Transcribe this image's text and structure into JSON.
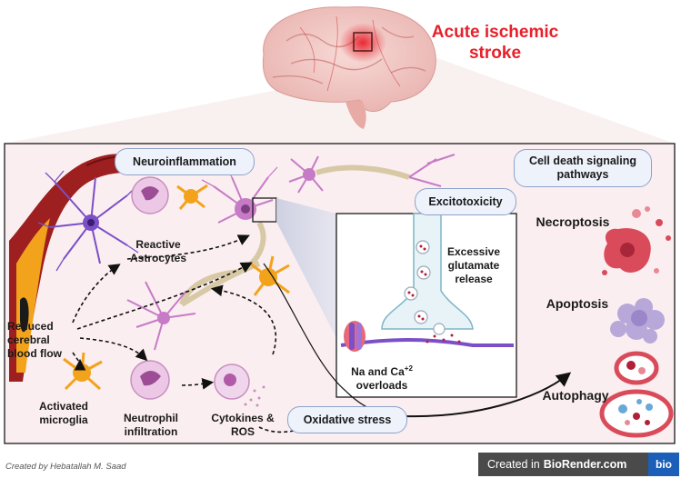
{
  "title": "Acute ischemic\nstroke",
  "boxes": {
    "neuroinflammation": "Neuroinflammation",
    "excitotoxicity": "Excitotoxicity",
    "cell_death": "Cell death signaling\npathways",
    "oxidative_stress": "Oxidative stress"
  },
  "labels": {
    "reactive_astrocytes": "Reactive\nAstrocytes",
    "reduced_blood_flow": "Reduced\ncerebral\nblood flow",
    "activated_microglia": "Activated\nmicroglia",
    "neutrophil_infiltration": "Neutrophil\ninfiltration",
    "cytokines_ros": "Cytokines &\nROS",
    "glutamate_release": "Excessive\nglutamate\nrelease",
    "ion_overloads": "Na and Ca+2\noverloads",
    "necroptosis": "Necroptosis",
    "apoptosis": "Apoptosis",
    "autophagy": "Autophagy"
  },
  "footer": {
    "credit": "Created by Hebatallah M. Saad",
    "brand_prefix": "Created in",
    "brand_name": "BioRender.com",
    "brand_badge": "bio"
  },
  "colors": {
    "title": "#e8202a",
    "brain": "#f2c9c6",
    "vessel": "#8b1a1a",
    "astrocyte": "#7b4fc7",
    "microglia": "#f2a31b",
    "neuron": "#c77bc7",
    "necroptosis": "#d94b5a",
    "apoptosis": "#b7a8d9"
  }
}
